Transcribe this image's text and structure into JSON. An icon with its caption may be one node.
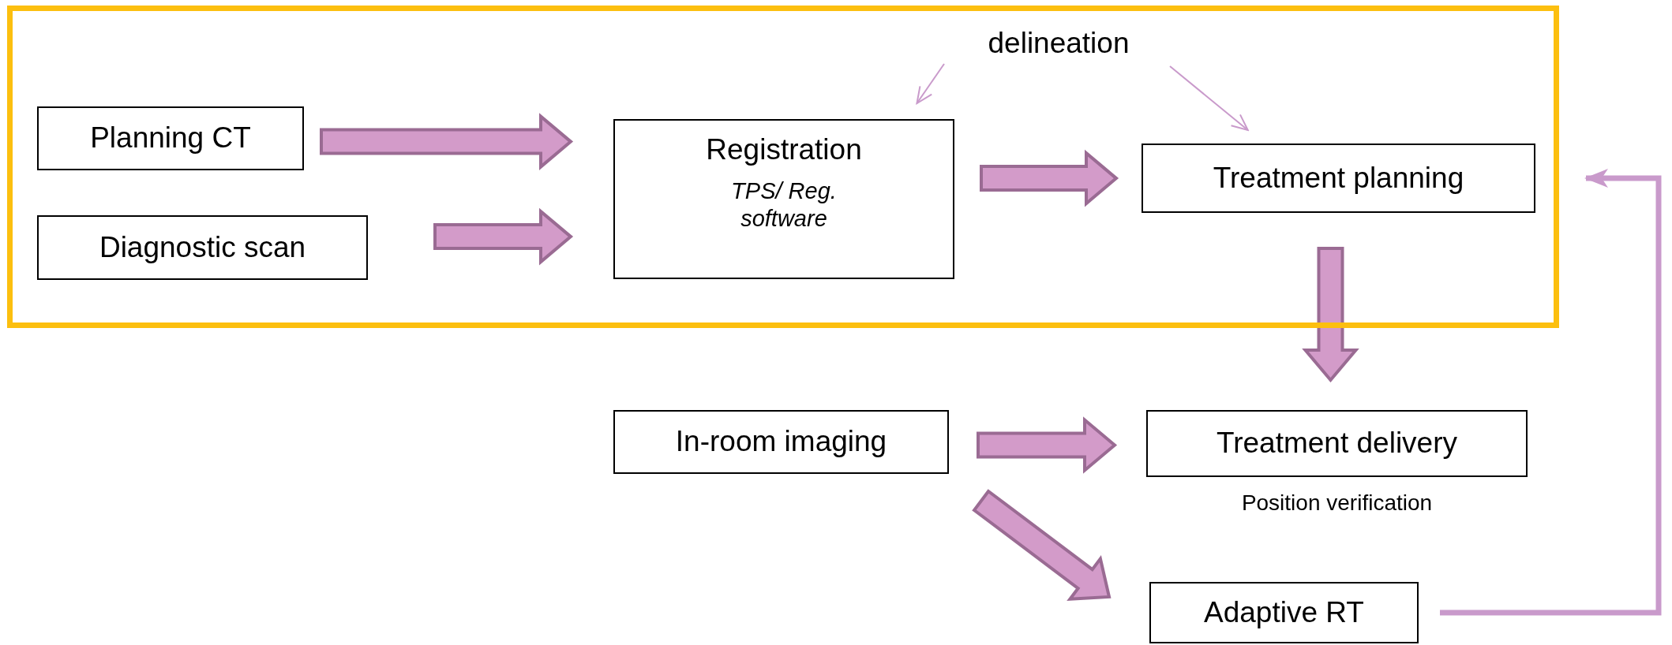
{
  "diagram": {
    "nodes": [
      {
        "text": [],
        "shape": "box"
      },
      {
        "text": [
          "Planning CT"
        ],
        "in": 0
      },
      {
        "text": [
          "Diagnostic scan"
        ],
        "in": 0
      },
      {
        "text": [
          "Registration",
          "TPS/ Reg. software"
        ],
        "in": 0
      },
      {
        "text": [
          "delineation"
        ],
        "in": 0
      },
      {
        "text": [
          "Treatment planning"
        ],
        "in": 0
      },
      {
        "text": [
          "In-room imaging"
        ]
      },
      {
        "text": [
          "Treatment delivery"
        ],
        "beside": [
          "Position verification"
        ]
      },
      {
        "text": [
          "Adaptive RT"
        ]
      }
    ],
    "edges": [
      {
        "from": 1,
        "to": 3,
        "arrow": "to",
        "style": "thick"
      },
      {
        "from": 2,
        "to": 3,
        "arrow": "to",
        "style": "thick"
      },
      {
        "from": 3,
        "to": 5,
        "arrow": "to",
        "style": "thick"
      },
      {
        "from": 5,
        "to": 7,
        "arrow": "to",
        "style": "thick"
      },
      {
        "from": 6,
        "to": 7,
        "arrow": "to",
        "style": "thick"
      },
      {
        "from": 6,
        "to": 8,
        "arrow": "to",
        "style": "thick"
      },
      {
        "from": 4,
        "to": 3,
        "arrow": "to"
      },
      {
        "from": 4,
        "to": 5,
        "arrow": "to"
      },
      {
        "from": 8,
        "to": 5,
        "arrow": "to",
        "style": "thick"
      }
    ]
  }
}
